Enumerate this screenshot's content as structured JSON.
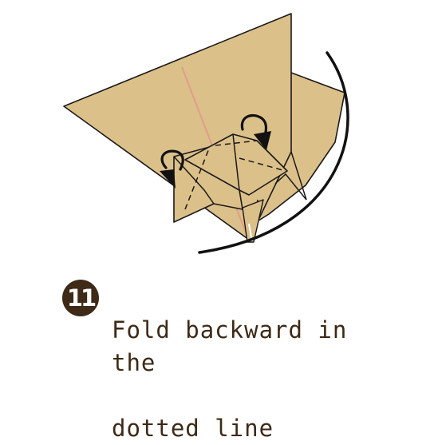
{
  "step": {
    "number": "11",
    "instruction_line1": "Fold backward in the",
    "instruction_line2": "dotted line"
  },
  "colors": {
    "paper": "#dcc08a",
    "paper_top": "#dbbf88",
    "outline": "#1a1a1a",
    "center_crease": "#e0a08a",
    "badge": "#3d2a17",
    "text": "#3d2a17"
  },
  "icons": {
    "fold_arrows": "curved-arrow-icon",
    "fold_lines": "dashed-fold-line"
  }
}
